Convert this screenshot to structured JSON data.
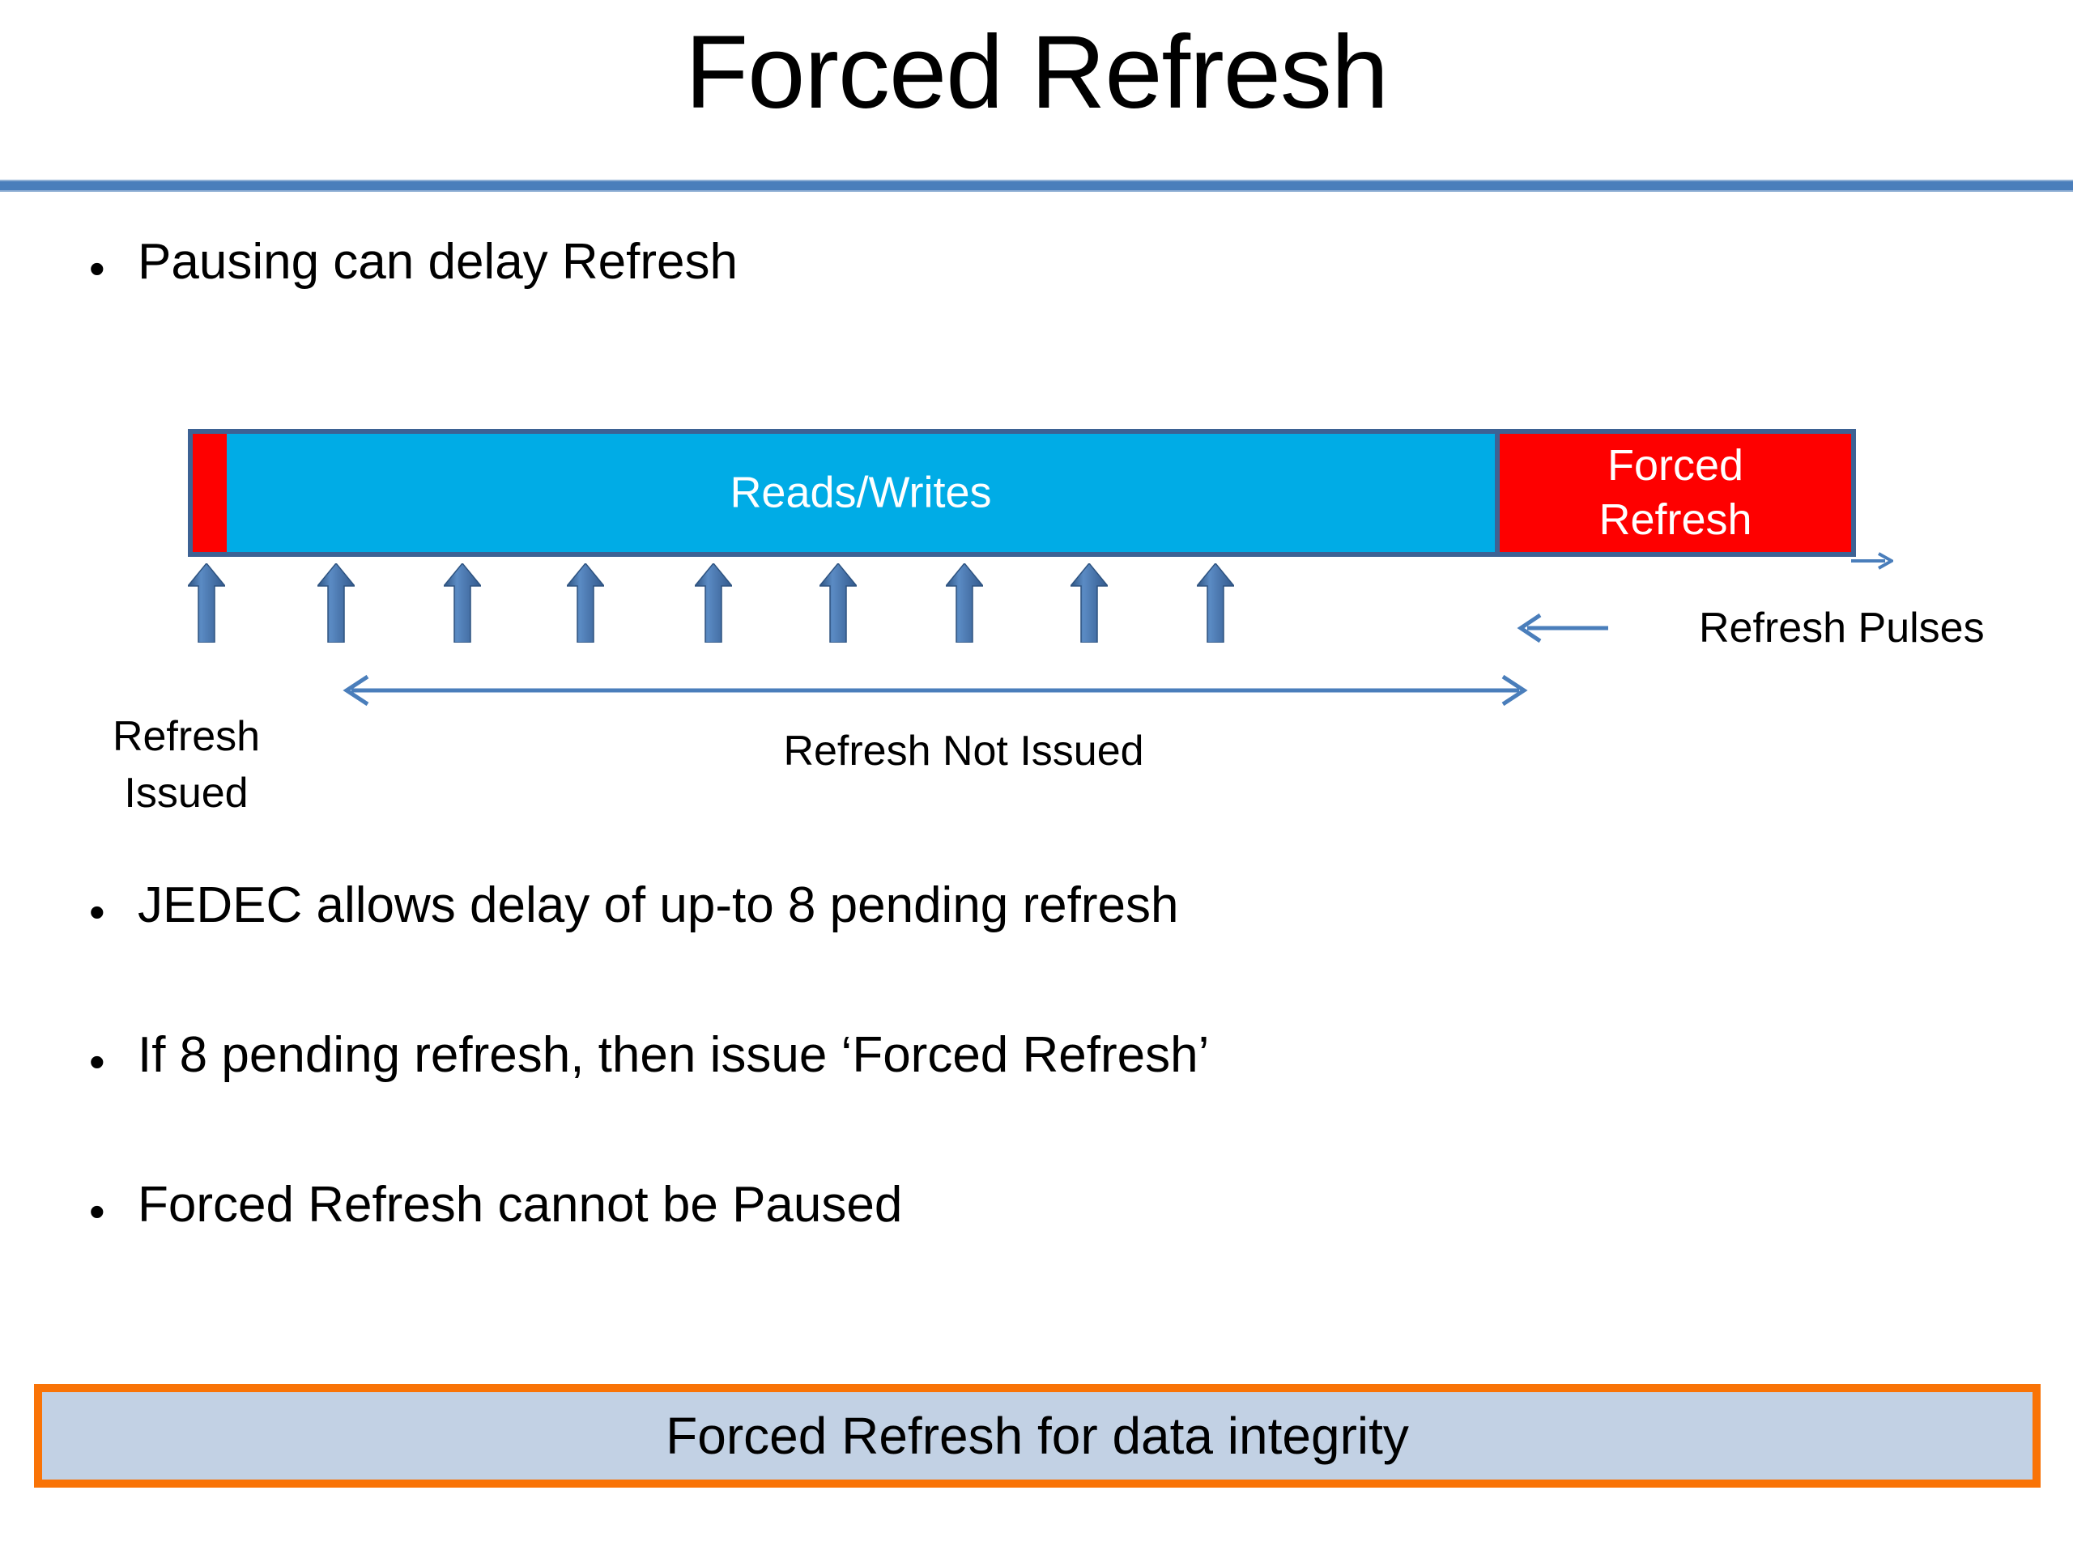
{
  "slide": {
    "title": "Forced Refresh",
    "rule_color": "#4A7EBB",
    "background": "#FFFFFF"
  },
  "bullets": [
    {
      "marker": "•",
      "text": "Pausing can delay Refresh"
    },
    {
      "marker": "•",
      "text": "JEDEC allows delay of up-to 8 pending refresh"
    },
    {
      "marker": "•",
      "text": "If 8 pending refresh, then issue ‘Forced Refresh’"
    },
    {
      "marker": "•",
      "text": "Forced Refresh cannot be Paused"
    }
  ],
  "diagram": {
    "name": "refresh-timeline",
    "timeline": {
      "segments": [
        {
          "id": "refresh-issued",
          "label": "",
          "color": "#FE0000"
        },
        {
          "id": "reads-writes",
          "label": "Reads/Writes",
          "color": "#00ACE6",
          "text_color": "#FFFFFF"
        },
        {
          "id": "forced-refresh",
          "label": "Forced\nRefresh",
          "label_line1": "Forced",
          "label_line2": "Refresh",
          "color": "#FE0000",
          "text_color": "#FFFFFF"
        }
      ],
      "border_color": "#3D6294"
    },
    "pulses": {
      "count": 9,
      "x_positions": [
        232,
        392,
        548,
        700,
        858,
        1012,
        1168,
        1322,
        1478
      ],
      "color": "#4A7EBB",
      "annotation_label": "Refresh Pulses"
    },
    "labels": {
      "refresh_issued_line1": "Refresh",
      "refresh_issued_line2": "Issued",
      "refresh_not_issued": "Refresh Not Issued"
    }
  },
  "callout": {
    "text": "Forced Refresh for data integrity",
    "fill_color": "#C2D1E4",
    "border_color": "#F97306"
  }
}
